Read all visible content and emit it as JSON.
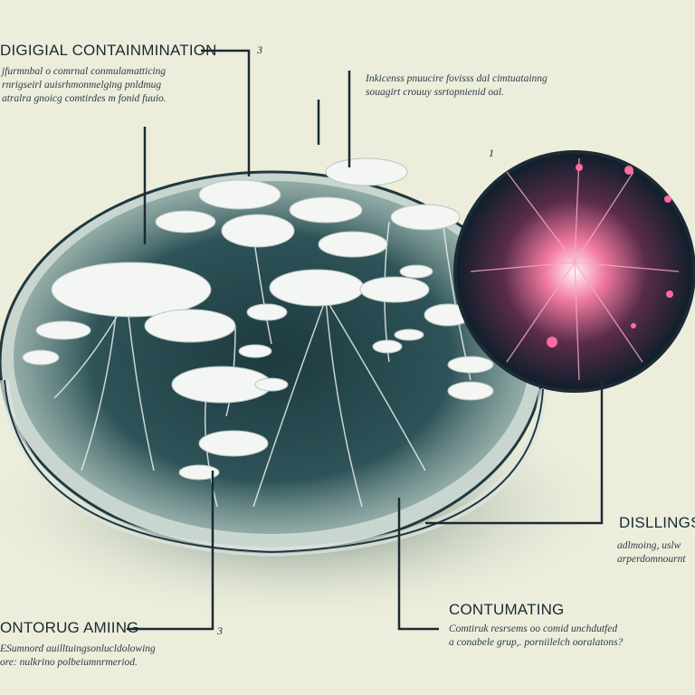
{
  "labels": {
    "top_left": {
      "title": "DIGIGIAL CONTAINMINATION",
      "lines": [
        "jfurmnbal o comrnal conmulamatticing",
        "rnrigseirl auisrhmonmelging pnldmug",
        "atralra gnoicg comtirdes m fonid fuuio."
      ],
      "number": "3"
    },
    "top_center": {
      "lines": [
        "Inkicenss pnuucire fovisss dal cimtuatainng",
        "souagirt crouuy ssrtopnienid oal."
      ]
    },
    "right_number": "1",
    "right": {
      "title": "DISLLINGS",
      "lines": [
        "adlmoing, uslw",
        "arperdomnournt"
      ]
    },
    "bottom_left": {
      "title": "ONTORUG AMIING",
      "lines": [
        "ESumnord auilltuingsonlucldolowing",
        "ore: nulkrino polbeiumnrmeriod."
      ],
      "number": "3"
    },
    "bottom_right": {
      "title": "CONTUMATING",
      "lines": [
        "Comtiruk resrsems oo comid unchdutfed",
        "a conabele grup,. porniilelch ooralatons?"
      ]
    }
  },
  "colors": {
    "background": "#eceedb",
    "ink": "#1b2a35",
    "accent_pink": "#e8467a",
    "dish_dark": "#1f3a40"
  }
}
